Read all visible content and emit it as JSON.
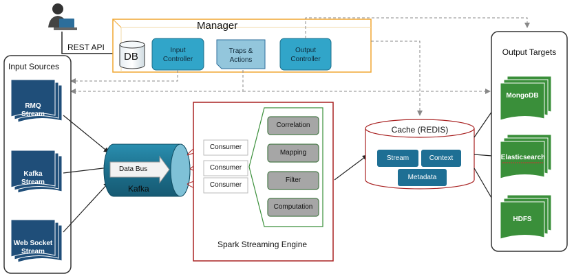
{
  "manager": {
    "title": "Manager",
    "db": "DB",
    "input_controller": [
      "Input",
      "Controller"
    ],
    "traps_actions": [
      "Traps &",
      "Actions"
    ],
    "output_controller": [
      "Output",
      "Controller"
    ]
  },
  "rest_api": "REST API",
  "input_sources": {
    "title": "Input Sources",
    "items": [
      [
        "RMQ",
        "Stream"
      ],
      [
        "Kafka",
        "Stream"
      ],
      [
        "Web Socket",
        "Stream"
      ]
    ]
  },
  "kafka": {
    "label": "Kafka",
    "data_bus": "Data Bus"
  },
  "consumers": [
    "Consumer",
    "Consumer",
    "Consumer"
  ],
  "spark": {
    "title": "Spark Streaming Engine",
    "ops": [
      "Correlation",
      "Mapping",
      "Filter",
      "Computation"
    ]
  },
  "cache": {
    "title": "Cache (REDIS)",
    "items": [
      "Stream",
      "Context",
      "Metadata"
    ]
  },
  "output_targets": {
    "title": "Output Targets",
    "items": [
      "MongoDB",
      "Elasticsearch",
      "HDFS"
    ]
  },
  "colors": {
    "navy": "#1f4e79",
    "teal": "#2f7ea0",
    "cyan_box": "#31a5c9",
    "green": "#3a8f3a",
    "spark_border": "#a82020",
    "grey_op": "#a6a6a6",
    "manager_border": "#f0a630"
  },
  "icons": [
    "user-at-laptop-icon",
    "database-icon",
    "document-stack-icon",
    "arrow-icon"
  ]
}
